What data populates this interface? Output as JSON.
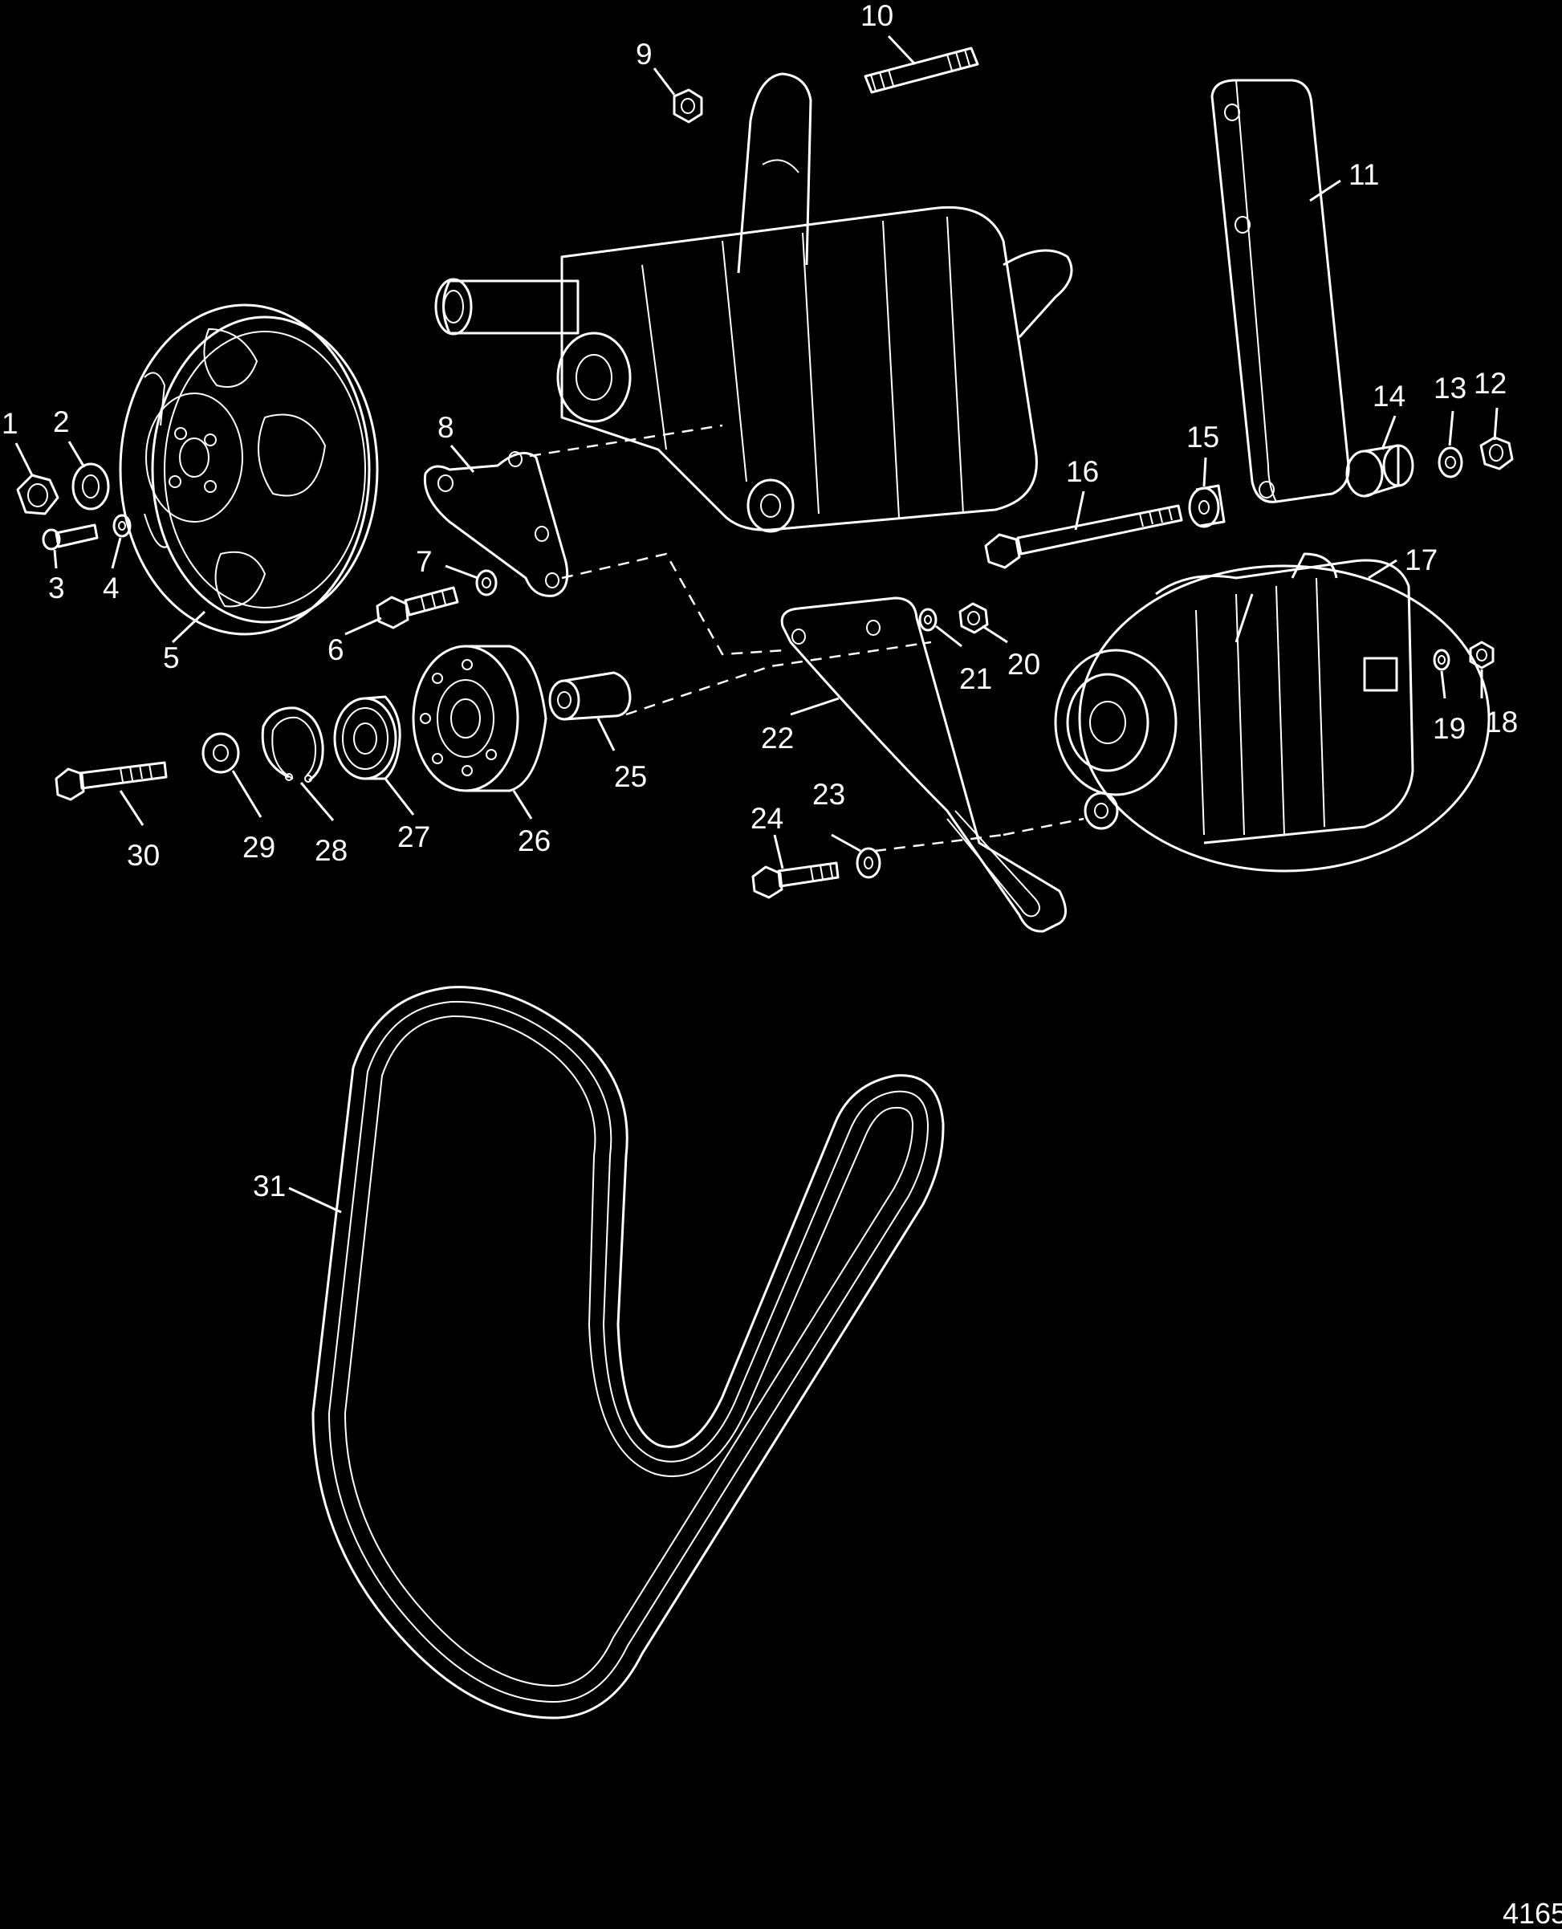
{
  "figure_id": "4165",
  "callouts": [
    {
      "id": "1",
      "text": "1"
    },
    {
      "id": "2",
      "text": "2"
    },
    {
      "id": "3",
      "text": "3"
    },
    {
      "id": "4",
      "text": "4"
    },
    {
      "id": "5",
      "text": "5"
    },
    {
      "id": "6",
      "text": "6"
    },
    {
      "id": "7",
      "text": "7"
    },
    {
      "id": "8",
      "text": "8"
    },
    {
      "id": "9",
      "text": "9"
    },
    {
      "id": "10",
      "text": "10"
    },
    {
      "id": "11",
      "text": "11"
    },
    {
      "id": "12",
      "text": "12"
    },
    {
      "id": "13",
      "text": "13"
    },
    {
      "id": "14",
      "text": "14"
    },
    {
      "id": "15",
      "text": "15"
    },
    {
      "id": "16",
      "text": "16"
    },
    {
      "id": "17",
      "text": "17"
    },
    {
      "id": "18",
      "text": "18"
    },
    {
      "id": "19",
      "text": "19"
    },
    {
      "id": "20",
      "text": "20"
    },
    {
      "id": "21",
      "text": "21"
    },
    {
      "id": "22",
      "text": "22"
    },
    {
      "id": "23",
      "text": "23"
    },
    {
      "id": "24",
      "text": "24"
    },
    {
      "id": "25",
      "text": "25"
    },
    {
      "id": "26",
      "text": "26"
    },
    {
      "id": "27",
      "text": "27"
    },
    {
      "id": "28",
      "text": "28"
    },
    {
      "id": "29",
      "text": "29"
    },
    {
      "id": "30",
      "text": "30"
    },
    {
      "id": "31",
      "text": "31"
    }
  ]
}
